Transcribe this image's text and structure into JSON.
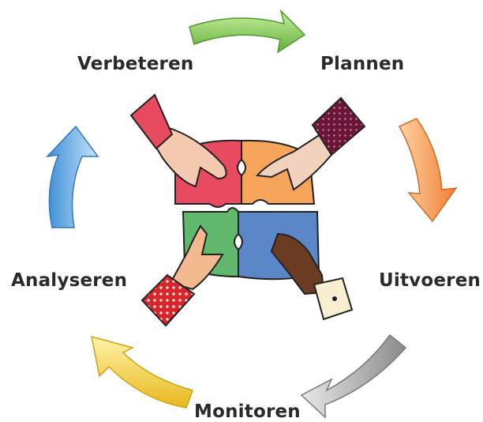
{
  "diagram": {
    "steps": [
      {
        "key": "plannen",
        "label": "Plannen",
        "arrow_color": "#7cc45a"
      },
      {
        "key": "uitvoeren",
        "label": "Uitvoeren",
        "arrow_color": "#f3924a"
      },
      {
        "key": "monitoren",
        "label": "Monitoren",
        "arrow_color": "#9a9a9a"
      },
      {
        "key": "analyseren",
        "label": "Analyseren",
        "arrow_color": "#f2cc3a"
      },
      {
        "key": "verbeteren",
        "label": "Verbeteren",
        "arrow_color": "#5aa6e0"
      }
    ],
    "puzzle_colors": {
      "top_left": "#e84a5f",
      "top_right": "#f5a45a",
      "bottom_left": "#5fb86b",
      "bottom_right": "#5b86c8"
    },
    "center_illustration": "hands-holding-puzzle-pieces"
  }
}
